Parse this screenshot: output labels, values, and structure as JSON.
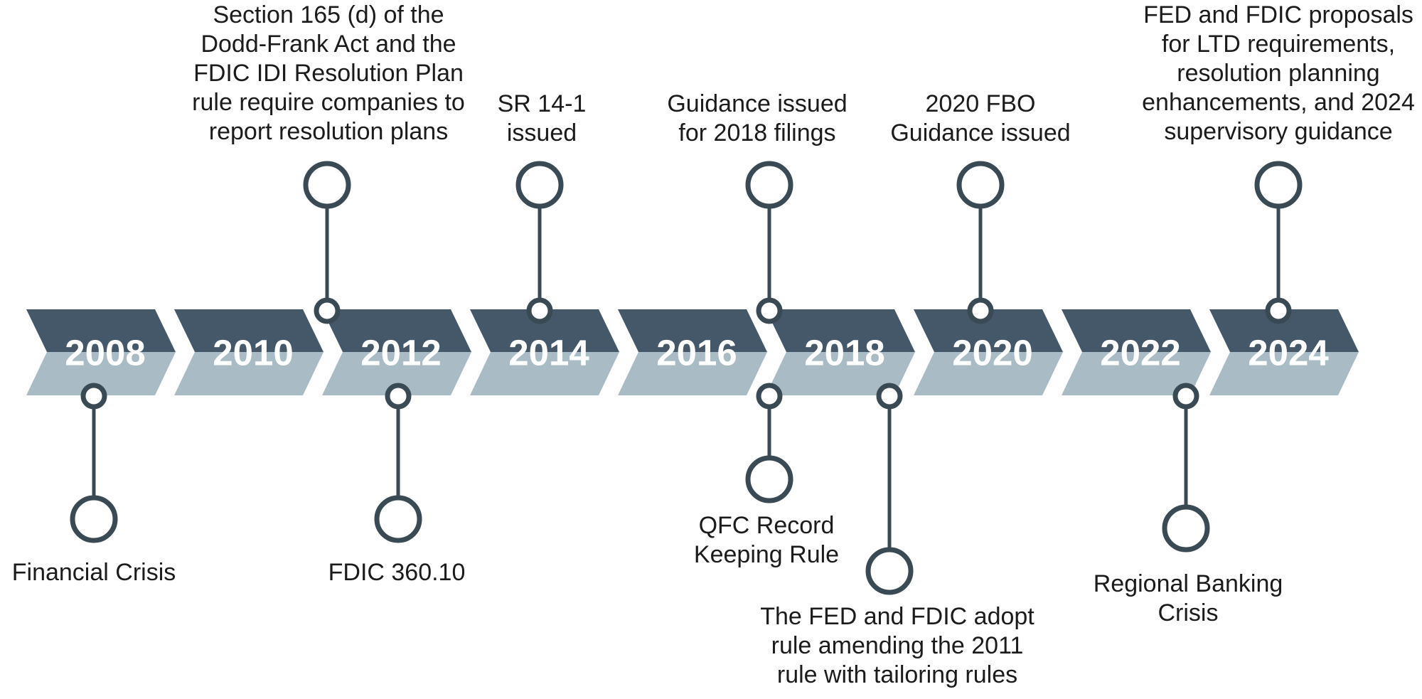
{
  "figure": {
    "type": "timeline-diagram",
    "background_color": "#ffffff"
  },
  "palette": {
    "band_dark": "#44586a",
    "band_light": "#a9bcc5",
    "connector_stroke": "#3a4a54",
    "year_text": "#ffffff",
    "event_text": "#1b1b1b"
  },
  "timeline": {
    "years": [
      "2008",
      "2010",
      "2012",
      "2014",
      "2016",
      "2018",
      "2020",
      "2022",
      "2024"
    ]
  },
  "events_above": [
    {
      "text": "Section 165 (d) of the\nDodd-Frank Act and the\nFDIC IDI Resolution Plan\nrule require companies to\nreport resolution plans"
    },
    {
      "text": "SR 14-1\nissued"
    },
    {
      "text": "Guidance issued\nfor 2018 filings"
    },
    {
      "text": "2020 FBO\nGuidance issued"
    },
    {
      "text": "FED and FDIC proposals\nfor LTD requirements,\nresolution planning\nenhancements, and 2024\nsupervisory guidance"
    }
  ],
  "events_below": [
    {
      "text": "Financial Crisis"
    },
    {
      "text": "FDIC 360.10"
    },
    {
      "text": "QFC Record\nKeeping Rule"
    },
    {
      "text": "The FED and FDIC adopt\nrule amending the 2011\nrule with tailoring rules"
    },
    {
      "text": "Regional Banking\nCrisis"
    }
  ]
}
